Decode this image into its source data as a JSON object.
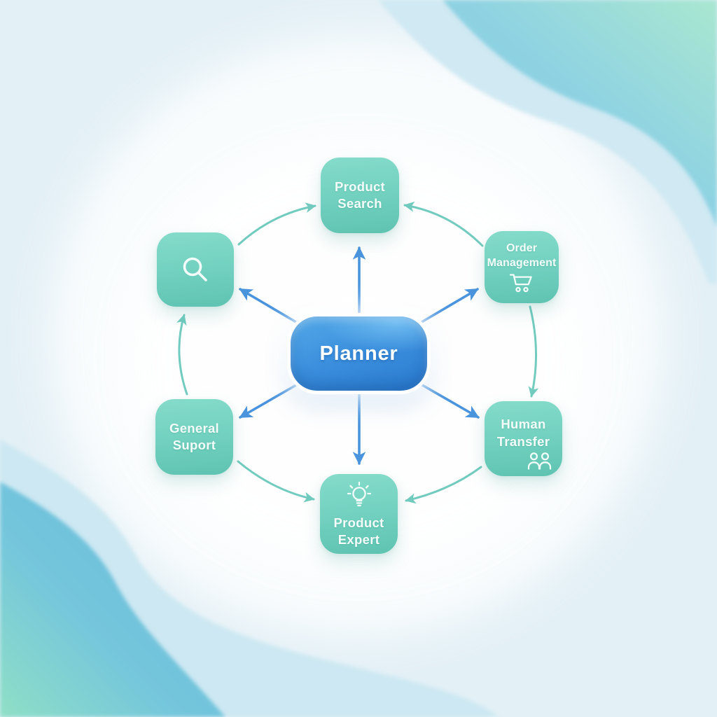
{
  "diagram": {
    "center": {
      "label": "Planner"
    },
    "nodes": [
      {
        "id": "search-tool",
        "label": "",
        "icon": "search-icon"
      },
      {
        "id": "product-search",
        "label": "Product Search",
        "icon": ""
      },
      {
        "id": "order-management",
        "label": "Order Management",
        "icon": "cart-icon"
      },
      {
        "id": "human-transfer",
        "label": "Human Transfer",
        "icon": "people-icon"
      },
      {
        "id": "product-expert",
        "label": "Product Expert",
        "icon": "lightbulb-icon"
      },
      {
        "id": "general-support",
        "label": "General Suport",
        "icon": ""
      }
    ],
    "connections": {
      "spokes_from_center": [
        "product-search",
        "order-management",
        "search-tool",
        "human-transfer",
        "product-expert",
        "general-support"
      ],
      "ring_arrows": [
        {
          "from": "general-support",
          "to": "search-tool"
        },
        {
          "from": "search-tool",
          "to": "product-search"
        },
        {
          "from": "order-management",
          "to": "product-search"
        },
        {
          "from": "order-management",
          "to": "human-transfer"
        },
        {
          "from": "human-transfer",
          "to": "product-expert"
        },
        {
          "from": "general-support",
          "to": "product-expert"
        }
      ]
    },
    "colors": {
      "node_teal_top": "#85dbca",
      "node_teal_bottom": "#5fc3b1",
      "planner_blue_light": "#54aae8",
      "planner_blue_dark": "#2b7bd0",
      "spoke_arrow_blue": "#4a94dd",
      "ring_arrow_teal": "#72cbbf",
      "background_base": "#e3f0f6",
      "blob_blue": "#7cc5e4",
      "blob_mint": "#a9e7d0",
      "blob_band_light": "#d0e9f3"
    }
  }
}
